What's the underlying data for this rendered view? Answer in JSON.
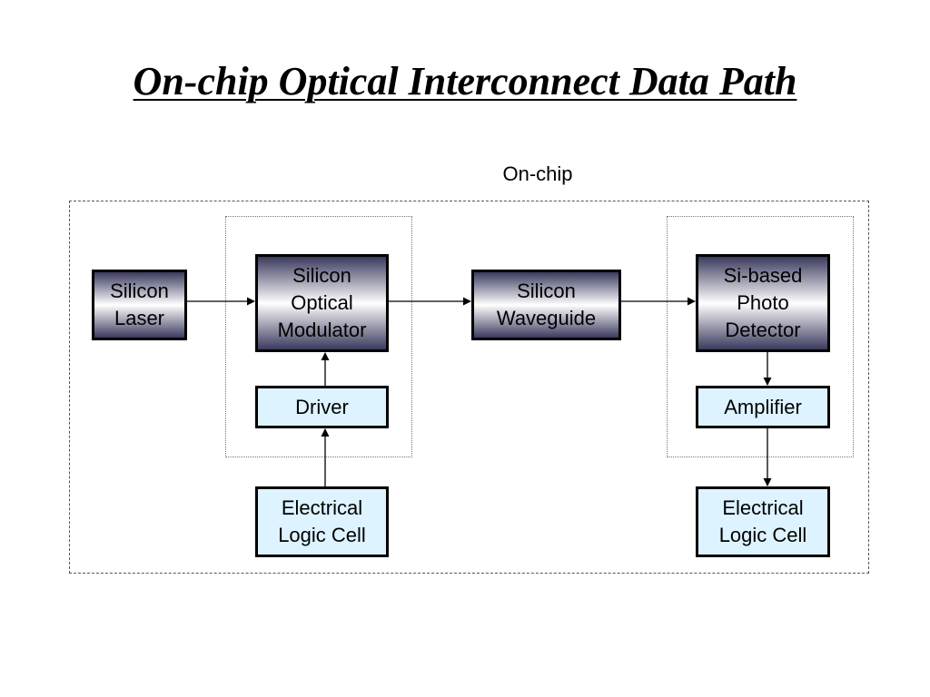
{
  "title": "On-chip Optical Interconnect Data Path",
  "region_label": "On-chip",
  "blocks": {
    "silicon_laser": "Silicon\nLaser",
    "silicon_optical_modulator": "Silicon\nOptical\nModulator",
    "driver": "Driver",
    "electrical_logic_cell_tx": "Electrical\nLogic Cell",
    "silicon_waveguide": "Silicon\nWaveguide",
    "si_based_photo_detector": "Si-based\nPhoto\nDetector",
    "amplifier": "Amplifier",
    "electrical_logic_cell_rx": "Electrical\nLogic Cell"
  },
  "colors": {
    "optical_block_dark": "#3a3a5e",
    "optical_block_light": "#ffffff",
    "electrical_block_fill": "#ddf3ff",
    "border": "#000000"
  }
}
